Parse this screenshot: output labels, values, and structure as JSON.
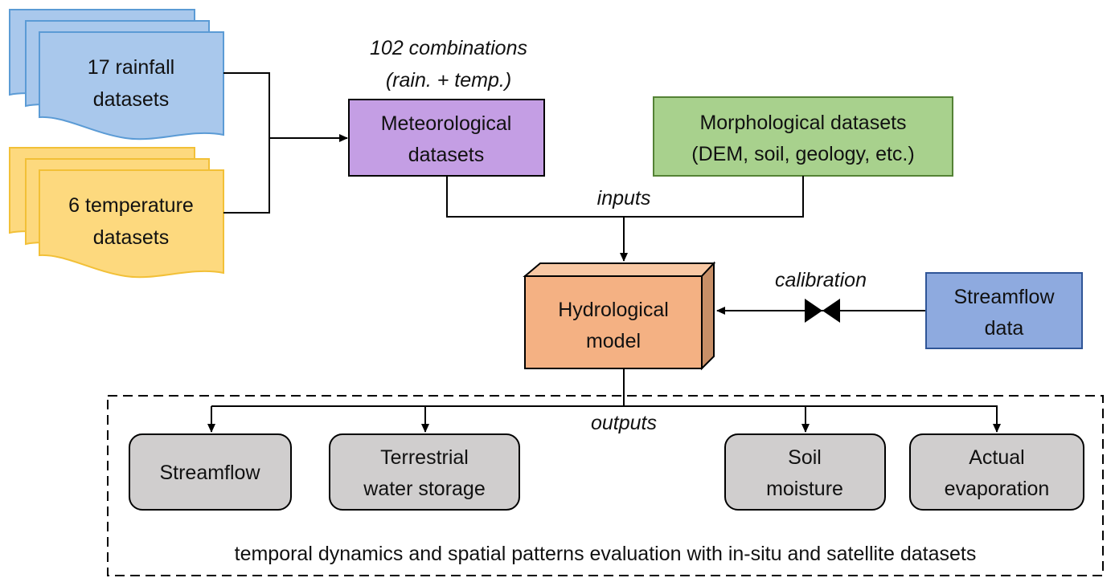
{
  "colors": {
    "rainfall_fill": "#a9c8ec",
    "rainfall_stroke": "#5b9bd5",
    "temperature_fill": "#fdd97e",
    "temperature_stroke": "#f2c037",
    "meteorological_fill": "#c49ee4",
    "morphological_fill": "#a8d18d",
    "morphological_stroke": "#548235",
    "hydrological_front": "#f4b183",
    "hydrological_top": "#f8c8a4",
    "hydrological_side": "#c88f67",
    "streamflow_data_fill": "#8eaadf",
    "streamflow_data_stroke": "#2f5597",
    "output_fill": "#d0cece"
  },
  "inputs": {
    "rainfall": {
      "line1": "17 rainfall",
      "line2": "datasets"
    },
    "temperature": {
      "line1": "6 temperature",
      "line2": "datasets"
    }
  },
  "combinations": {
    "line1": "102 combinations",
    "line2": "(rain. + temp.)"
  },
  "meteorological": {
    "line1": "Meteorological",
    "line2": "datasets"
  },
  "morphological": {
    "line1": "Morphological datasets",
    "line2": "(DEM, soil, geology, etc.)"
  },
  "inputs_label": "inputs",
  "hydrological": {
    "line1": "Hydrological",
    "line2": "model"
  },
  "calibration_label": "calibration",
  "streamflow_data": {
    "line1": "Streamflow",
    "line2": "data"
  },
  "outputs_label": "outputs",
  "outputs": [
    {
      "line1": "Streamflow",
      "line2": ""
    },
    {
      "line1": "Terrestrial",
      "line2": "water storage"
    },
    {
      "line1": "Soil",
      "line2": "moisture"
    },
    {
      "line1": "Actual",
      "line2": "evaporation"
    }
  ],
  "evaluation_label": "temporal dynamics and spatial patterns evaluation with in-situ and satellite datasets"
}
